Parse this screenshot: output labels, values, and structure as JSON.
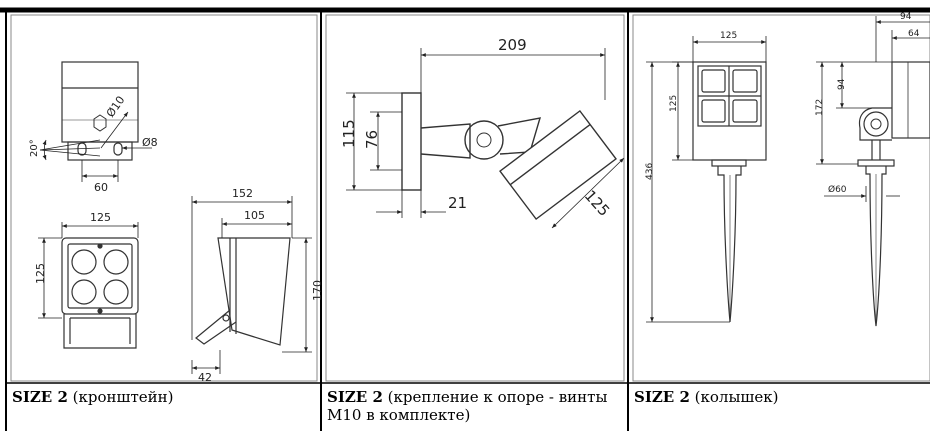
{
  "cells": [
    {
      "caption_bold": "SIZE 2",
      "caption_rest": " (кронштейн)",
      "dims": {
        "angle": "20°",
        "hole_diameter": "Ø10",
        "slot_diameter": "Ø8",
        "hole_spacing": "60",
        "front_width": "125",
        "front_height": "125",
        "side_overall_width": "152",
        "side_body_width": "105",
        "side_height": "170",
        "bracket_offset": "42"
      }
    },
    {
      "caption_bold": "SIZE 2",
      "caption_rest": " (крепление к опоре - винты М10 в комплекте)",
      "dims": {
        "overall_length": "209",
        "plate_height": "115",
        "hole_spacing": "76",
        "plate_thickness": "21",
        "head_size": "125"
      }
    },
    {
      "caption_bold": "SIZE 2",
      "caption_rest": " (колышек)",
      "dims": {
        "head_width": "125",
        "head_height": "125",
        "overall_height": "436",
        "side_width_outer": "94",
        "side_width_inner": "64",
        "side_head_height": "94",
        "side_to_pivot": "172",
        "stake_diameter": "Ø60"
      }
    }
  ]
}
